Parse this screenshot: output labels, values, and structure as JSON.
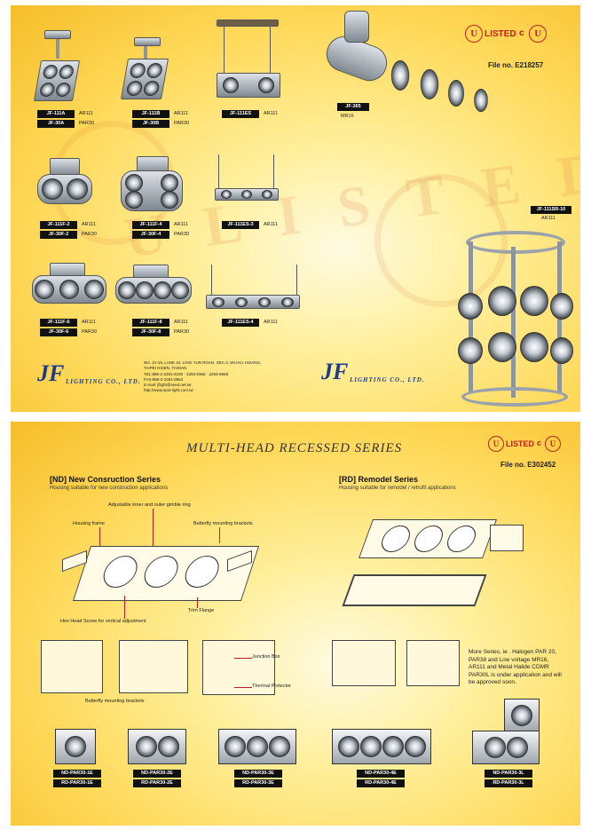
{
  "page1": {
    "products": [
      {
        "code": "JF-111A",
        "type": "AR111",
        "code2": "JF-30A",
        "type2": "PAR30"
      },
      {
        "code": "JF-111B",
        "type": "AR111",
        "code2": "JF-30B",
        "type2": "PAR30"
      },
      {
        "code": "JF-111ES",
        "type": "AR111"
      },
      {
        "code": "JF-365",
        "type": "MR16"
      },
      {
        "code": "JF-111F-2",
        "type": "AR111",
        "code2": "JF-30F-2",
        "type2": "PAR30"
      },
      {
        "code": "JF-111F-4",
        "type": "AR111",
        "code2": "JF-30F-4",
        "type2": "PAR30"
      },
      {
        "code": "JF-111ES-3",
        "type": "AR111"
      },
      {
        "code": "JF-111SR-10",
        "type": "AR111"
      },
      {
        "code": "JF-111F-6",
        "type": "AR111",
        "code2": "JF-30F-6",
        "type2": "PAR30"
      },
      {
        "code": "JF-111F-8",
        "type": "AR111",
        "code2": "JF-30F-8",
        "type2": "PAR30"
      },
      {
        "code": "JF-111ES-4",
        "type": "AR111"
      }
    ],
    "ul_mark": "LISTED",
    "file_no": "File no. E218257",
    "company": {
      "logo": "JF",
      "name": "LIGHTING CO., LTD.",
      "address1": "NO. 21-19, LANE 24, LING YUN ROAD, SEC.3, WU-KU HSIANG,",
      "address2": "TAIPEI HSIEN, TAIWAN",
      "tel": "TEL:886-2-2291-6108 · 2293-0366 · 2293-9868",
      "fax": "FAX:886-2-2291-8964",
      "email": "E-mail: jflight@seed.net.tw",
      "web": "http://www.spot-light.com.tw"
    }
  },
  "page2": {
    "title": "MULTI-HEAD RECESSED SERIES",
    "ul_mark": "LISTED",
    "file_no": "File no. E302452",
    "nd": {
      "title": "[ND] New Consruction Series",
      "desc": "Housing suitable for new construction applications",
      "callouts": {
        "gimble": "Adjustable inner and outer gimble ring",
        "housing": "Housing frame",
        "brackets": "Butterfly mounting brackets",
        "trim": "Trim Flange",
        "screw": "Hex Head Screw for vertical adjustment",
        "brackets2": "Butterfly mounting brackets",
        "junction": "Junction Box",
        "thermal": "Thermal Protector"
      }
    },
    "rd": {
      "title": "[RD] Remodel Series",
      "desc": "Housing suitable for remodel / retrofit applications"
    },
    "more_text": "More Series, ie . Halogen PAR 20, PAR38 and Low voltage MR16, AR111 and Metal Halide CDMR PAR30L is under application and will be approved soon.",
    "models": [
      {
        "nd": "ND-PAR30-1E",
        "rd": "RD-PAR30-1E",
        "heads": 1
      },
      {
        "nd": "ND-PAR30-2E",
        "rd": "RD-PAR30-2E",
        "heads": 2
      },
      {
        "nd": "ND-PAR30-3E",
        "rd": "RD-PAR30-3E",
        "heads": 3
      },
      {
        "nd": "ND-PAR30-4E",
        "rd": "RD-PAR30-4E",
        "heads": 4
      },
      {
        "nd": "ND-PAR30-3L",
        "rd": "RD-PAR30-3L",
        "heads": 3
      }
    ]
  },
  "colors": {
    "ul_red": "#c0201a",
    "logo_blue": "#1d3b8b",
    "label_bg": "#111111"
  }
}
